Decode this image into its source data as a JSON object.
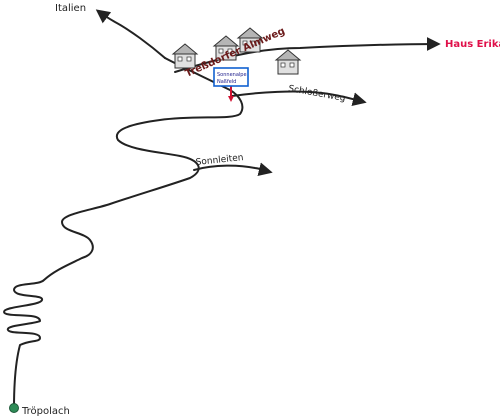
{
  "labels": {
    "italien": "Italien",
    "haus_erika": "Haus Erika",
    "trebdorfer_almweg": "Treßdorfer Almweg",
    "schlosserweg": "Schloßerweg",
    "sonnleiten": "Sonnleiten",
    "troepolach": "Tröpolach"
  },
  "sign": {
    "line1": "Sonnenalpe",
    "line2": "Naßfeld"
  },
  "colors": {
    "road": "#222222",
    "haus_erika": "#e0104a",
    "sign_border": "#1060d0",
    "sign_post": "#d01030",
    "start_marker": "#2e8b57",
    "almweg_text": "#6b1a1a"
  },
  "icons": [
    "house-icon",
    "arrow-icon",
    "start-marker-icon",
    "sign-icon"
  ]
}
